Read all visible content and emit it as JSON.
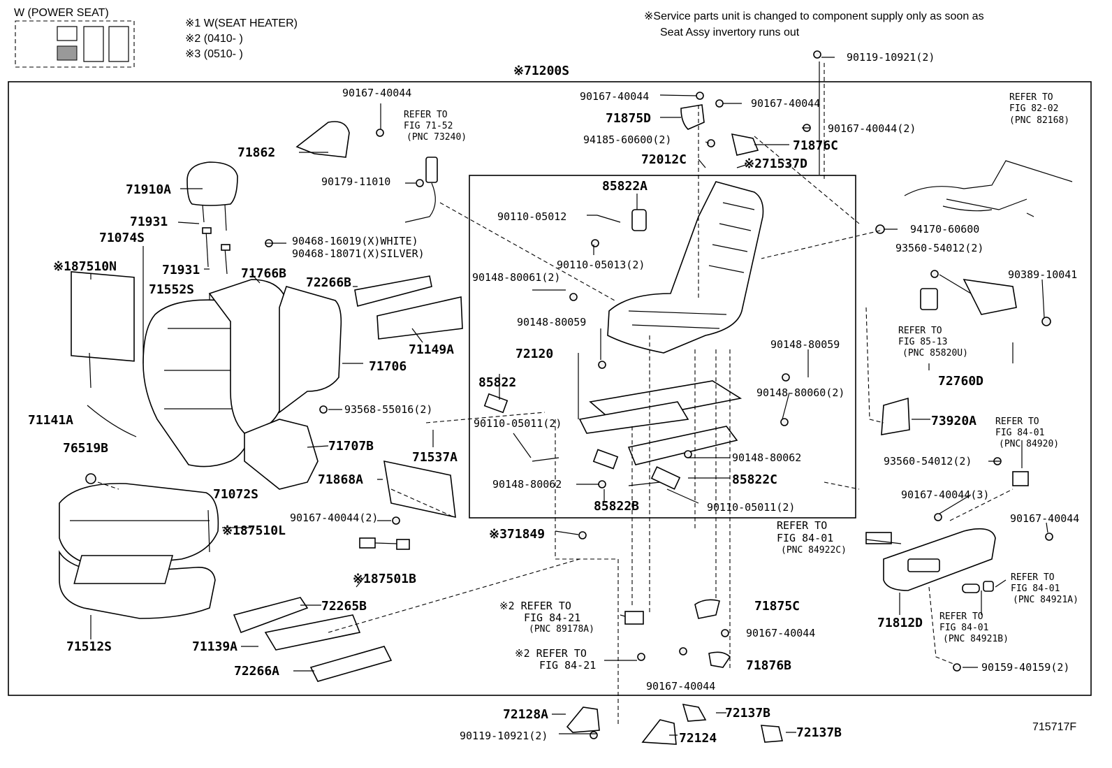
{
  "header": {
    "variant_title": "W (POWER SEAT)",
    "notes": [
      "※1 W(SEAT HEATER)",
      "※2 (0410-     )",
      "※3 (0510-     )"
    ],
    "service_note_line1": "※Service parts unit is changed to component supply only as soon as",
    "service_note_line2": "Seat Assy invertory runs out"
  },
  "assembly_label": "※71200S",
  "figure_id": "715717F",
  "labels": {
    "p90119_top": "90119-10921(2)",
    "p90167_a": "90167-40044",
    "p90167_b": "90167-40044",
    "p90167_c": "90167-40044",
    "p90167_d": "90167-40044(2)",
    "p71875D": "71875D",
    "p94185": "94185-60600(2)",
    "p71876C": "71876C",
    "p72012C": "72012C",
    "p71537D": "※271537D",
    "p85822A": "85822A",
    "p90110_05012": "90110-05012",
    "p90110_05013": "90110-05013(2)",
    "p90148_80061": "90148-80061(2)",
    "p90148_80059a": "90148-80059",
    "p90148_80059b": "90148-80059",
    "p90148_80060": "90148-80060(2)",
    "p72120": "72120",
    "p85822": "85822",
    "p90110_05011a": "90110-05011(2)",
    "p90148_80062a": "90148-80062",
    "p90148_80062b": "90148-80062",
    "p85822C": "85822C",
    "p85822B": "85822B",
    "p90110_05011b": "90110-05011(2)",
    "p71862": "71862",
    "refer_7152_1": "REFER TO",
    "refer_7152_2": "FIG 71-52",
    "refer_7152_3": "(PNC 73240)",
    "p90179": "90179-11010",
    "p71910A": "71910A",
    "p71931a": "71931",
    "p71931b": "71931",
    "p71074S": "71074S",
    "p187510N": "※187510N",
    "p90468_1": "90468-16019(X)WHITE)",
    "p90468_2": "90468-18071(X)SILVER)",
    "p71766B": "71766B",
    "p71552S": "71552S",
    "p72266B": "72266B",
    "p71149A": "71149A",
    "p71706": "71706",
    "p93568": "93568-55016(2)",
    "p71141A": "71141A",
    "p71707B": "71707B",
    "p76519B": "76519B",
    "p71537A": "71537A",
    "p71868A": "71868A",
    "p71072S": "71072S",
    "p90167_2": "90167-40044(2)",
    "p187510L": "※187510L",
    "p187501B": "※187501B",
    "p71849": "※371849",
    "p72265B": "72265B",
    "p71512S": "71512S",
    "p71139A": "71139A",
    "p72266A": "72266A",
    "refer_8421a_1": "※2 REFER TO",
    "refer_8421a_2": "FIG 84-21",
    "refer_8421a_3": "(PNC 89178A)",
    "refer_8421b_1": "※2 REFER TO",
    "refer_8421b_2": "FIG 84-21",
    "p71875C": "71875C",
    "p90167_e": "90167-40044",
    "p71876B": "71876B",
    "p90167_f": "90167-40044",
    "p72128A": "72128A",
    "p90119_bot": "90119-10921(2)",
    "p72124": "72124",
    "p72137B_a": "72137B",
    "p72137B_b": "72137B",
    "refer_8202_1": "REFER TO",
    "refer_8202_2": "FIG 82-02",
    "refer_8202_3": "(PNC 82168)",
    "p94170": "94170-60600",
    "p93560_a": "93560-54012(2)",
    "p90389": "90389-10041",
    "refer_8513_1": "REFER TO",
    "refer_8513_2": "FIG 85-13",
    "refer_8513_3": "(PNC 85820U)",
    "p72760D": "72760D",
    "p73920A": "73920A",
    "refer_8401a_1": "REFER TO",
    "refer_8401a_2": "FIG 84-01",
    "refer_8401a_3": "(PNC 84920)",
    "p93560_b": "93560-54012(2)",
    "p90167_3": "90167-40044(3)",
    "p90167_g": "90167-40044",
    "refer_8401b_1": "REFER TO",
    "refer_8401b_2": "FIG 84-01",
    "refer_8401b_3": "(PNC 84922C)",
    "p71812D": "71812D",
    "refer_8401c_1": "REFER TO",
    "refer_8401c_2": "FIG 84-01",
    "refer_8401c_3": "(PNC 84921A)",
    "refer_8401d_1": "REFER TO",
    "refer_8401d_2": "FIG 84-01",
    "refer_8401d_3": "(PNC 84921B)",
    "p90159": "90159-40159(2)"
  }
}
